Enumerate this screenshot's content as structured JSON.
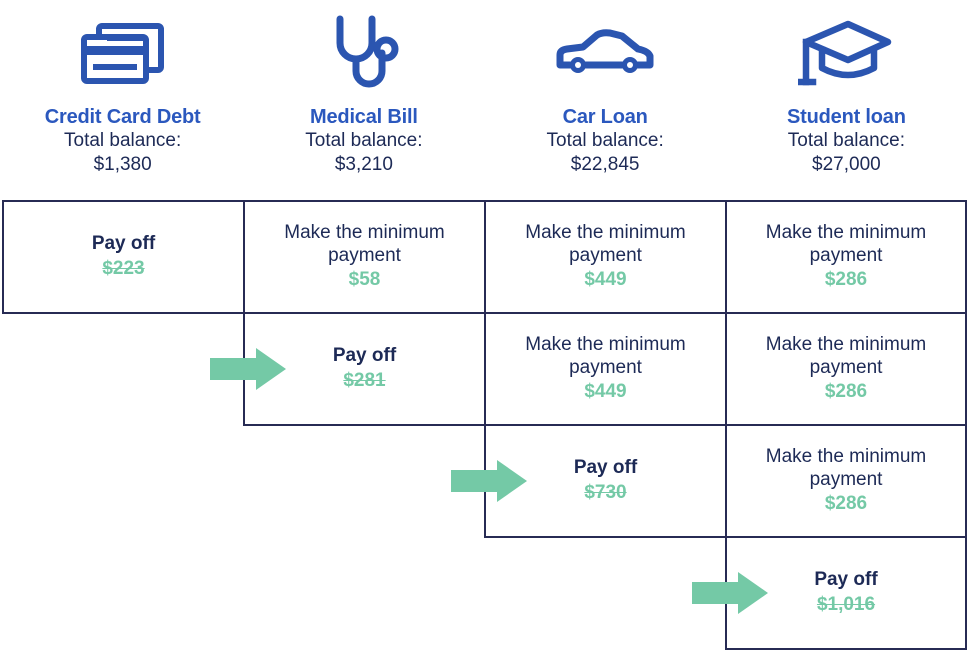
{
  "debts": [
    {
      "icon": "credit-card-icon",
      "title": "Credit Card Debt",
      "balance_label": "Total balance:",
      "balance": "$1,380"
    },
    {
      "icon": "stethoscope-icon",
      "title": "Medical Bill",
      "balance_label": "Total balance:",
      "balance": "$3,210"
    },
    {
      "icon": "car-icon",
      "title": "Car Loan",
      "balance_label": "Total balance:",
      "balance": "$22,845"
    },
    {
      "icon": "graduation-cap-icon",
      "title": "Student loan",
      "balance_label": "Total balance:",
      "balance": "$27,000"
    }
  ],
  "rows": [
    {
      "cells": [
        {
          "action": "Pay off",
          "amount": "$223",
          "payoff": true,
          "struck": true
        },
        {
          "action": "Make the minimum\npayment",
          "amount": "$58",
          "payoff": false,
          "struck": false
        },
        {
          "action": "Make the minimum\npayment",
          "amount": "$449",
          "payoff": false,
          "struck": false
        },
        {
          "action": "Make the minimum\npayment",
          "amount": "$286",
          "payoff": false,
          "struck": false
        }
      ]
    },
    {
      "cells": [
        {
          "action": "Pay off",
          "amount": "$281",
          "payoff": true,
          "struck": true
        },
        {
          "action": "Make the minimum\npayment",
          "amount": "$449",
          "payoff": false,
          "struck": false
        },
        {
          "action": "Make the minimum\npayment",
          "amount": "$286",
          "payoff": false,
          "struck": false
        }
      ]
    },
    {
      "cells": [
        {
          "action": "Pay off",
          "amount": "$730",
          "payoff": true,
          "struck": true
        },
        {
          "action": "Make the minimum\npayment",
          "amount": "$286",
          "payoff": false,
          "struck": false
        }
      ]
    },
    {
      "cells": [
        {
          "action": "Pay off",
          "amount": "$1,016",
          "payoff": true,
          "struck": true
        }
      ]
    }
  ],
  "arrows": [
    {
      "name": "rollover-arrow-1"
    },
    {
      "name": "rollover-arrow-2"
    },
    {
      "name": "rollover-arrow-3"
    }
  ],
  "colors": {
    "title_blue": "#2B58BE",
    "text_navy": "#1D2A56",
    "border_navy": "#272B54",
    "amount_green": "#74C9A6",
    "arrow_green": "#74C9A6",
    "icon_blue": "#2B55B0",
    "background": "#FFFFFF"
  }
}
